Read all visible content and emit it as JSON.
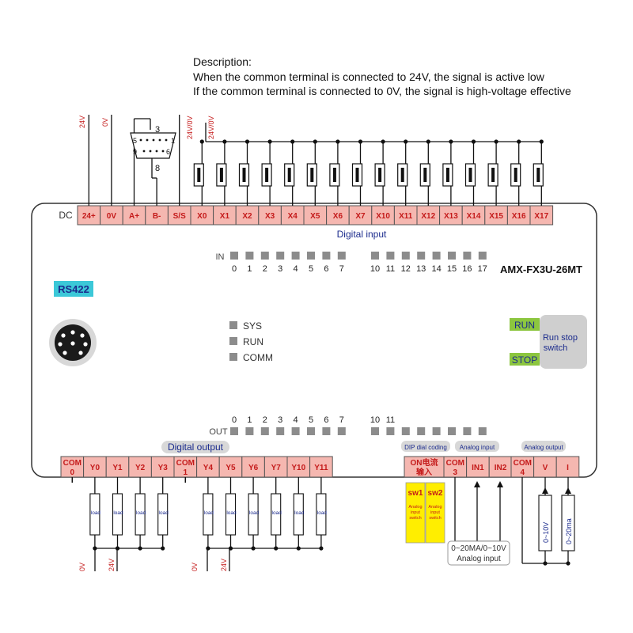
{
  "description": {
    "heading": "Description:",
    "lines": [
      "When the common terminal is connected to 24V, the signal is active low",
      "If the common terminal is connected to 0V, the signal is high-voltage effective"
    ]
  },
  "colors": {
    "terminal_fill": "#f5b7b0",
    "terminal_text": "#c41a1a",
    "pin_label": "#c41a1a",
    "section_label": "#1a2a8c",
    "model_text": "#111111",
    "led_gray": "#8c8c8c",
    "rs422_bg": "#3cc8d8",
    "run_stop_green": "#8cc63f",
    "switch_body": "#cfcfcf",
    "sw_yellow": "#ffee00"
  },
  "top_power": {
    "dc_label": "DC",
    "v24_label": "24V",
    "v0_label": "0V",
    "com1_label": "24V/0V",
    "com2_label": "24V/0V"
  },
  "db9": {
    "pin3": "3",
    "pin8": "8",
    "row1_left": "5",
    "row1_right": "1",
    "row2_left": "9",
    "row2_right": "6"
  },
  "top_terminals": [
    "24+",
    "0V",
    "A+",
    "B-",
    "S/S",
    "X0",
    "X1",
    "X2",
    "X3",
    "X4",
    "X5",
    "X6",
    "X7",
    "X10",
    "X11",
    "X12",
    "X13",
    "X14",
    "X15",
    "X16",
    "X17"
  ],
  "digital_input_label": "Digital input",
  "in_leds": {
    "label": "IN",
    "left_nums": [
      "0",
      "1",
      "2",
      "3",
      "4",
      "5",
      "6",
      "7"
    ],
    "right_nums": [
      "10",
      "11",
      "12",
      "13",
      "14",
      "15",
      "16",
      "17"
    ]
  },
  "model": "AMX-FX3U-26MT",
  "rs422_label": "RS422",
  "status_leds": [
    "SYS",
    "RUN",
    "COMM"
  ],
  "run_stop": {
    "run": "RUN",
    "stop": "STOP",
    "switch_label_line1": "Run stop",
    "switch_label_line2": "switch"
  },
  "out_leds": {
    "label": "OUT",
    "left_nums": [
      "0",
      "1",
      "2",
      "3",
      "4",
      "5",
      "6",
      "7"
    ],
    "right_nums": [
      "10",
      "11"
    ]
  },
  "digital_output_label": "Digital output",
  "bottom_left_terminals": [
    {
      "l1": "COM",
      "l2": "0"
    },
    {
      "l1": "Y0",
      "l2": ""
    },
    {
      "l1": "Y1",
      "l2": ""
    },
    {
      "l1": "Y2",
      "l2": ""
    },
    {
      "l1": "Y3",
      "l2": ""
    },
    {
      "l1": "COM",
      "l2": "1"
    },
    {
      "l1": "Y4",
      "l2": ""
    },
    {
      "l1": "Y5",
      "l2": ""
    },
    {
      "l1": "Y6",
      "l2": ""
    },
    {
      "l1": "Y7",
      "l2": ""
    },
    {
      "l1": "Y10",
      "l2": ""
    },
    {
      "l1": "Y11",
      "l2": ""
    }
  ],
  "load_label": "load",
  "bottom_volt_labels": {
    "g1_0v": "0V",
    "g1_24v": "24V",
    "g2_0v": "0V",
    "g2_24v": "24V"
  },
  "dip": {
    "section_label": "DIP dial coding",
    "terminal_l1": "ON电流",
    "terminal_l2": "输入",
    "sw1": "sw1",
    "sw2": "sw2",
    "sw_desc_l1": "Analog",
    "sw_desc_l2": "input",
    "sw_desc_l3": "switch"
  },
  "analog_input": {
    "section_label": "Analog input",
    "terminals": [
      {
        "l1": "COM",
        "l2": "3"
      },
      {
        "l1": "IN1",
        "l2": ""
      },
      {
        "l1": "IN2",
        "l2": ""
      }
    ],
    "box_l1": "0~20MA/0~10V",
    "box_l2": "Analog input"
  },
  "analog_output": {
    "section_label": "Analog output",
    "terminals": [
      {
        "l1": "COM",
        "l2": "4"
      },
      {
        "l1": "V",
        "l2": ""
      },
      {
        "l1": "I",
        "l2": ""
      }
    ],
    "res1": "0~10V",
    "res2": "0~20ma"
  }
}
